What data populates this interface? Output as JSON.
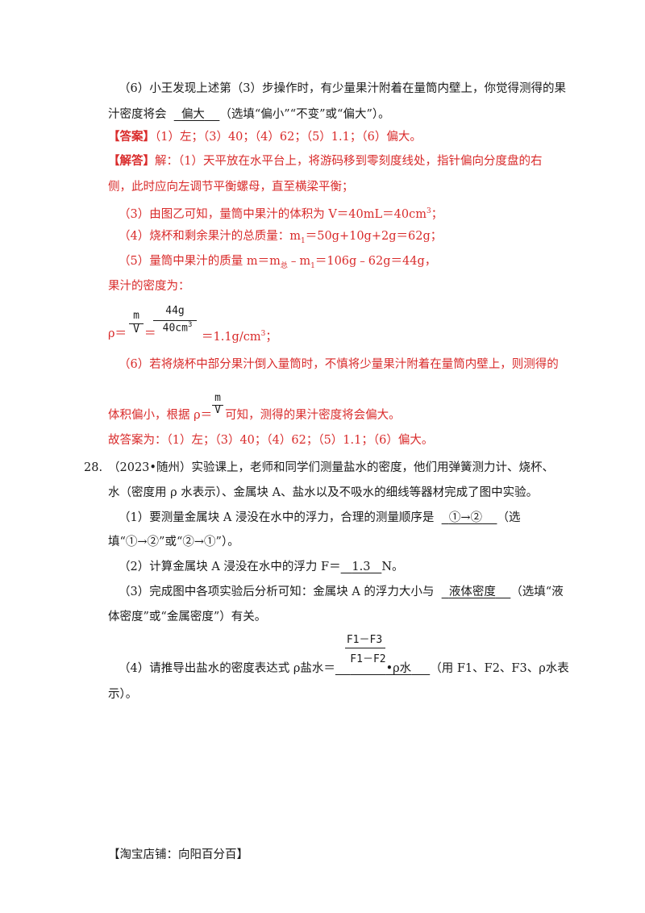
{
  "q27_6": {
    "line1": "（6）小王发现上述第（3）步操作时，有少量果汁附着在量筒内壁上，你觉得测得的果",
    "line2a": "汁密度将会",
    "blank": "偏大",
    "line2b": "（选填“偏小”“不变”或“偏大”）。"
  },
  "answer": {
    "tag": "【答案】",
    "text": "（1）左；（3）40；（4）62；（5）1.1；（6）偏大。"
  },
  "analysis": {
    "tag": "【解答】",
    "l1": "解：（1）天平放在水平台上，将游码移到零刻度线处，指针偏向分度盘的右",
    "l2": "侧，此时应向左调节平衡螺母，直至横梁平衡；",
    "l3a": "（3）由图乙可知，量筒中果汁的体积为 V＝40mL＝40cm",
    "l3sup": "3",
    "l3b": "；",
    "l4a": "（4）烧杯和剩余果汁的总质量：m",
    "l4sub": "1",
    "l4b": "＝50g+10g+2g＝62g；",
    "l5a": "（5）量筒中果汁的质量 m＝m",
    "l5sub1": "总",
    "l5b": "﹣m",
    "l5sub2": "1",
    "l5c": "＝106g﹣62g＝44g，",
    "l6": "果汁的密度为：",
    "rho_eq": "ρ＝",
    "frac_m": "m",
    "frac_v": "V",
    "eq": "＝",
    "num": "44g",
    "den": "40cm",
    "den_sup": "3",
    "result": "＝1.1g/cm",
    "result_sup": "3",
    "result_end": "；",
    "l8": "（6）若将烧杯中部分果汁倒入量筒时，不慎将少量果汁附着在量筒内壁上，则测得的",
    "l9a": "体积偏小，根据 ρ＝",
    "l9b": "可知，测得的果汁密度将会偏大。",
    "final": "故答案为：（1）左；（3）40；（4）62；（5）1.1；（6）偏大。"
  },
  "q28": {
    "number": "28.",
    "l1": "（2023•随州）实验课上，老师和同学们测量盐水的密度，他们用弹簧测力计、烧杯、",
    "l2": "水（密度用 ρ 水表示）、金属块 A、盐水以及不吸水的细线等器材完成了图中实验。",
    "p1a": "（1）要测量金属块 A 浸没在水中的浮力，合理的测量顺序是",
    "p1blank": "①→②",
    "p1b": "（选",
    "p1c": "填“①→②”或“②→①”）。",
    "p2a": "（2）计算金属块 A 浸没在水中的浮力 F＝",
    "p2blank": "1.3",
    "p2b": "N。",
    "p3a": "（3）完成图中各项实验后分析可知：金属块 A 的浮力大小与",
    "p3blank": "液体密度",
    "p3b": "（选填“液",
    "p3c": "体密度”或“金属密度”）有关。",
    "p4a": "（4）请推导出盐水的密度表达式 ρ盐水＝",
    "p4num": "F1－F3",
    "p4den": "F1－F2",
    "p4dot": "•ρ水",
    "p4b": "（用 F1、F2、F3、ρ水表",
    "p4c": "示）。"
  },
  "footer": "【淘宝店铺：向阳百分百】"
}
